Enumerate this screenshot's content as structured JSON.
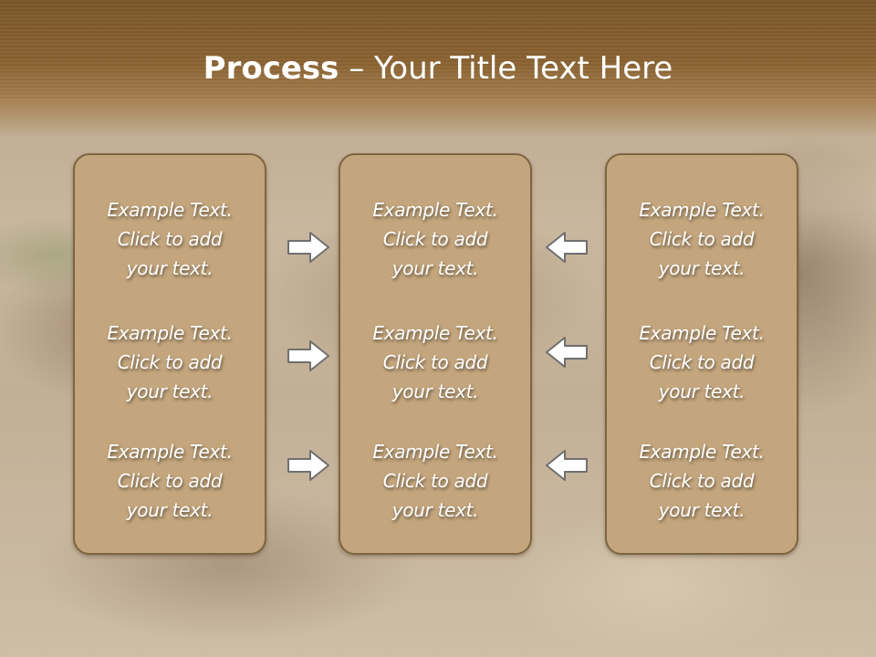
{
  "title": {
    "bold": "Process",
    "dash": " – ",
    "rest": "Your Title Text Here"
  },
  "columns": [
    {
      "items": [
        {
          "line1": "Example Text.",
          "line2": "Click  to add",
          "line3": "your text."
        },
        {
          "line1": "Example Text.",
          "line2": "Click  to add",
          "line3": "your text."
        },
        {
          "line1": "Example Text.",
          "line2": "Click  to add",
          "line3": "your text."
        }
      ]
    },
    {
      "items": [
        {
          "line1": "Example Text.",
          "line2": "Click  to add",
          "line3": "your text."
        },
        {
          "line1": "Example Text.",
          "line2": "Click  to add",
          "line3": "your text."
        },
        {
          "line1": "Example Text.",
          "line2": "Click  to add",
          "line3": "your text."
        }
      ]
    },
    {
      "items": [
        {
          "line1": "Example Text.",
          "line2": "Click  to add",
          "line3": "your text."
        },
        {
          "line1": "Example Text.",
          "line2": "Click  to add",
          "line3": "your text."
        },
        {
          "line1": "Example Text.",
          "line2": "Click  to add",
          "line3": "your text."
        }
      ]
    }
  ],
  "arrows": {
    "left_group": "right-arrow-icon",
    "right_group": "left-arrow-icon"
  },
  "colors": {
    "panel_fill": "#c3a67d",
    "panel_border": "#7d6540",
    "arrow_fill": "#ffffff",
    "arrow_stroke": "#6f6f6f",
    "header": "#8a6231"
  }
}
